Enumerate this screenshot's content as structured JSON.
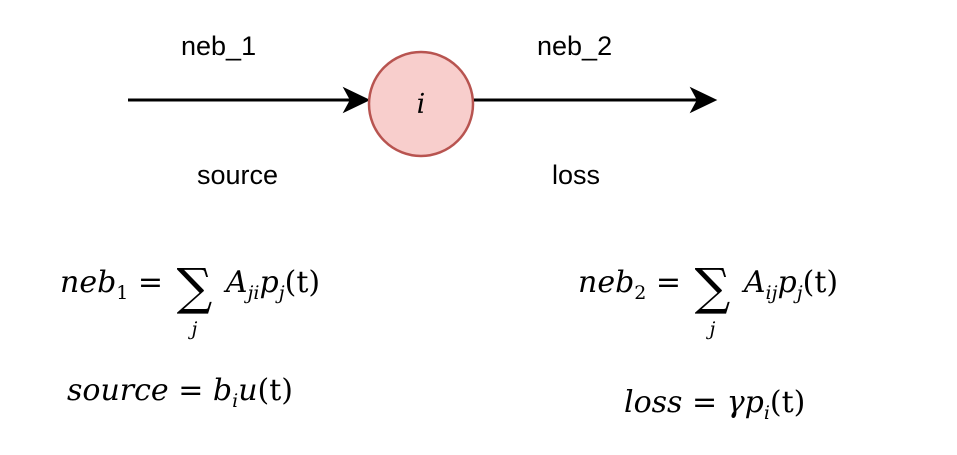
{
  "node": {
    "label": "i",
    "fill": "#f8cecc",
    "stroke": "#b85450"
  },
  "edges": {
    "incoming": {
      "top_label": "neb_1",
      "bottom_label": "source"
    },
    "outgoing": {
      "top_label": "neb_2",
      "bottom_label": "loss"
    }
  },
  "equations": {
    "neb1": {
      "lhs": "neb",
      "lhs_sub": "1",
      "sum_index": "j",
      "term_A": "A",
      "term_A_sub": "ji",
      "term_p": "p",
      "term_p_sub": "j",
      "arg": "(t)"
    },
    "neb2": {
      "lhs": "neb",
      "lhs_sub": "2",
      "sum_index": "j",
      "term_A": "A",
      "term_A_sub": "ij",
      "term_p": "p",
      "term_p_sub": "j",
      "arg": "(t)"
    },
    "source": {
      "lhs": "source",
      "b": "b",
      "b_sub": "i",
      "u": "u",
      "arg": "(t)"
    },
    "loss": {
      "lhs": "loss",
      "gamma": "γ",
      "p": "p",
      "p_sub": "i",
      "arg": "(t)"
    }
  }
}
